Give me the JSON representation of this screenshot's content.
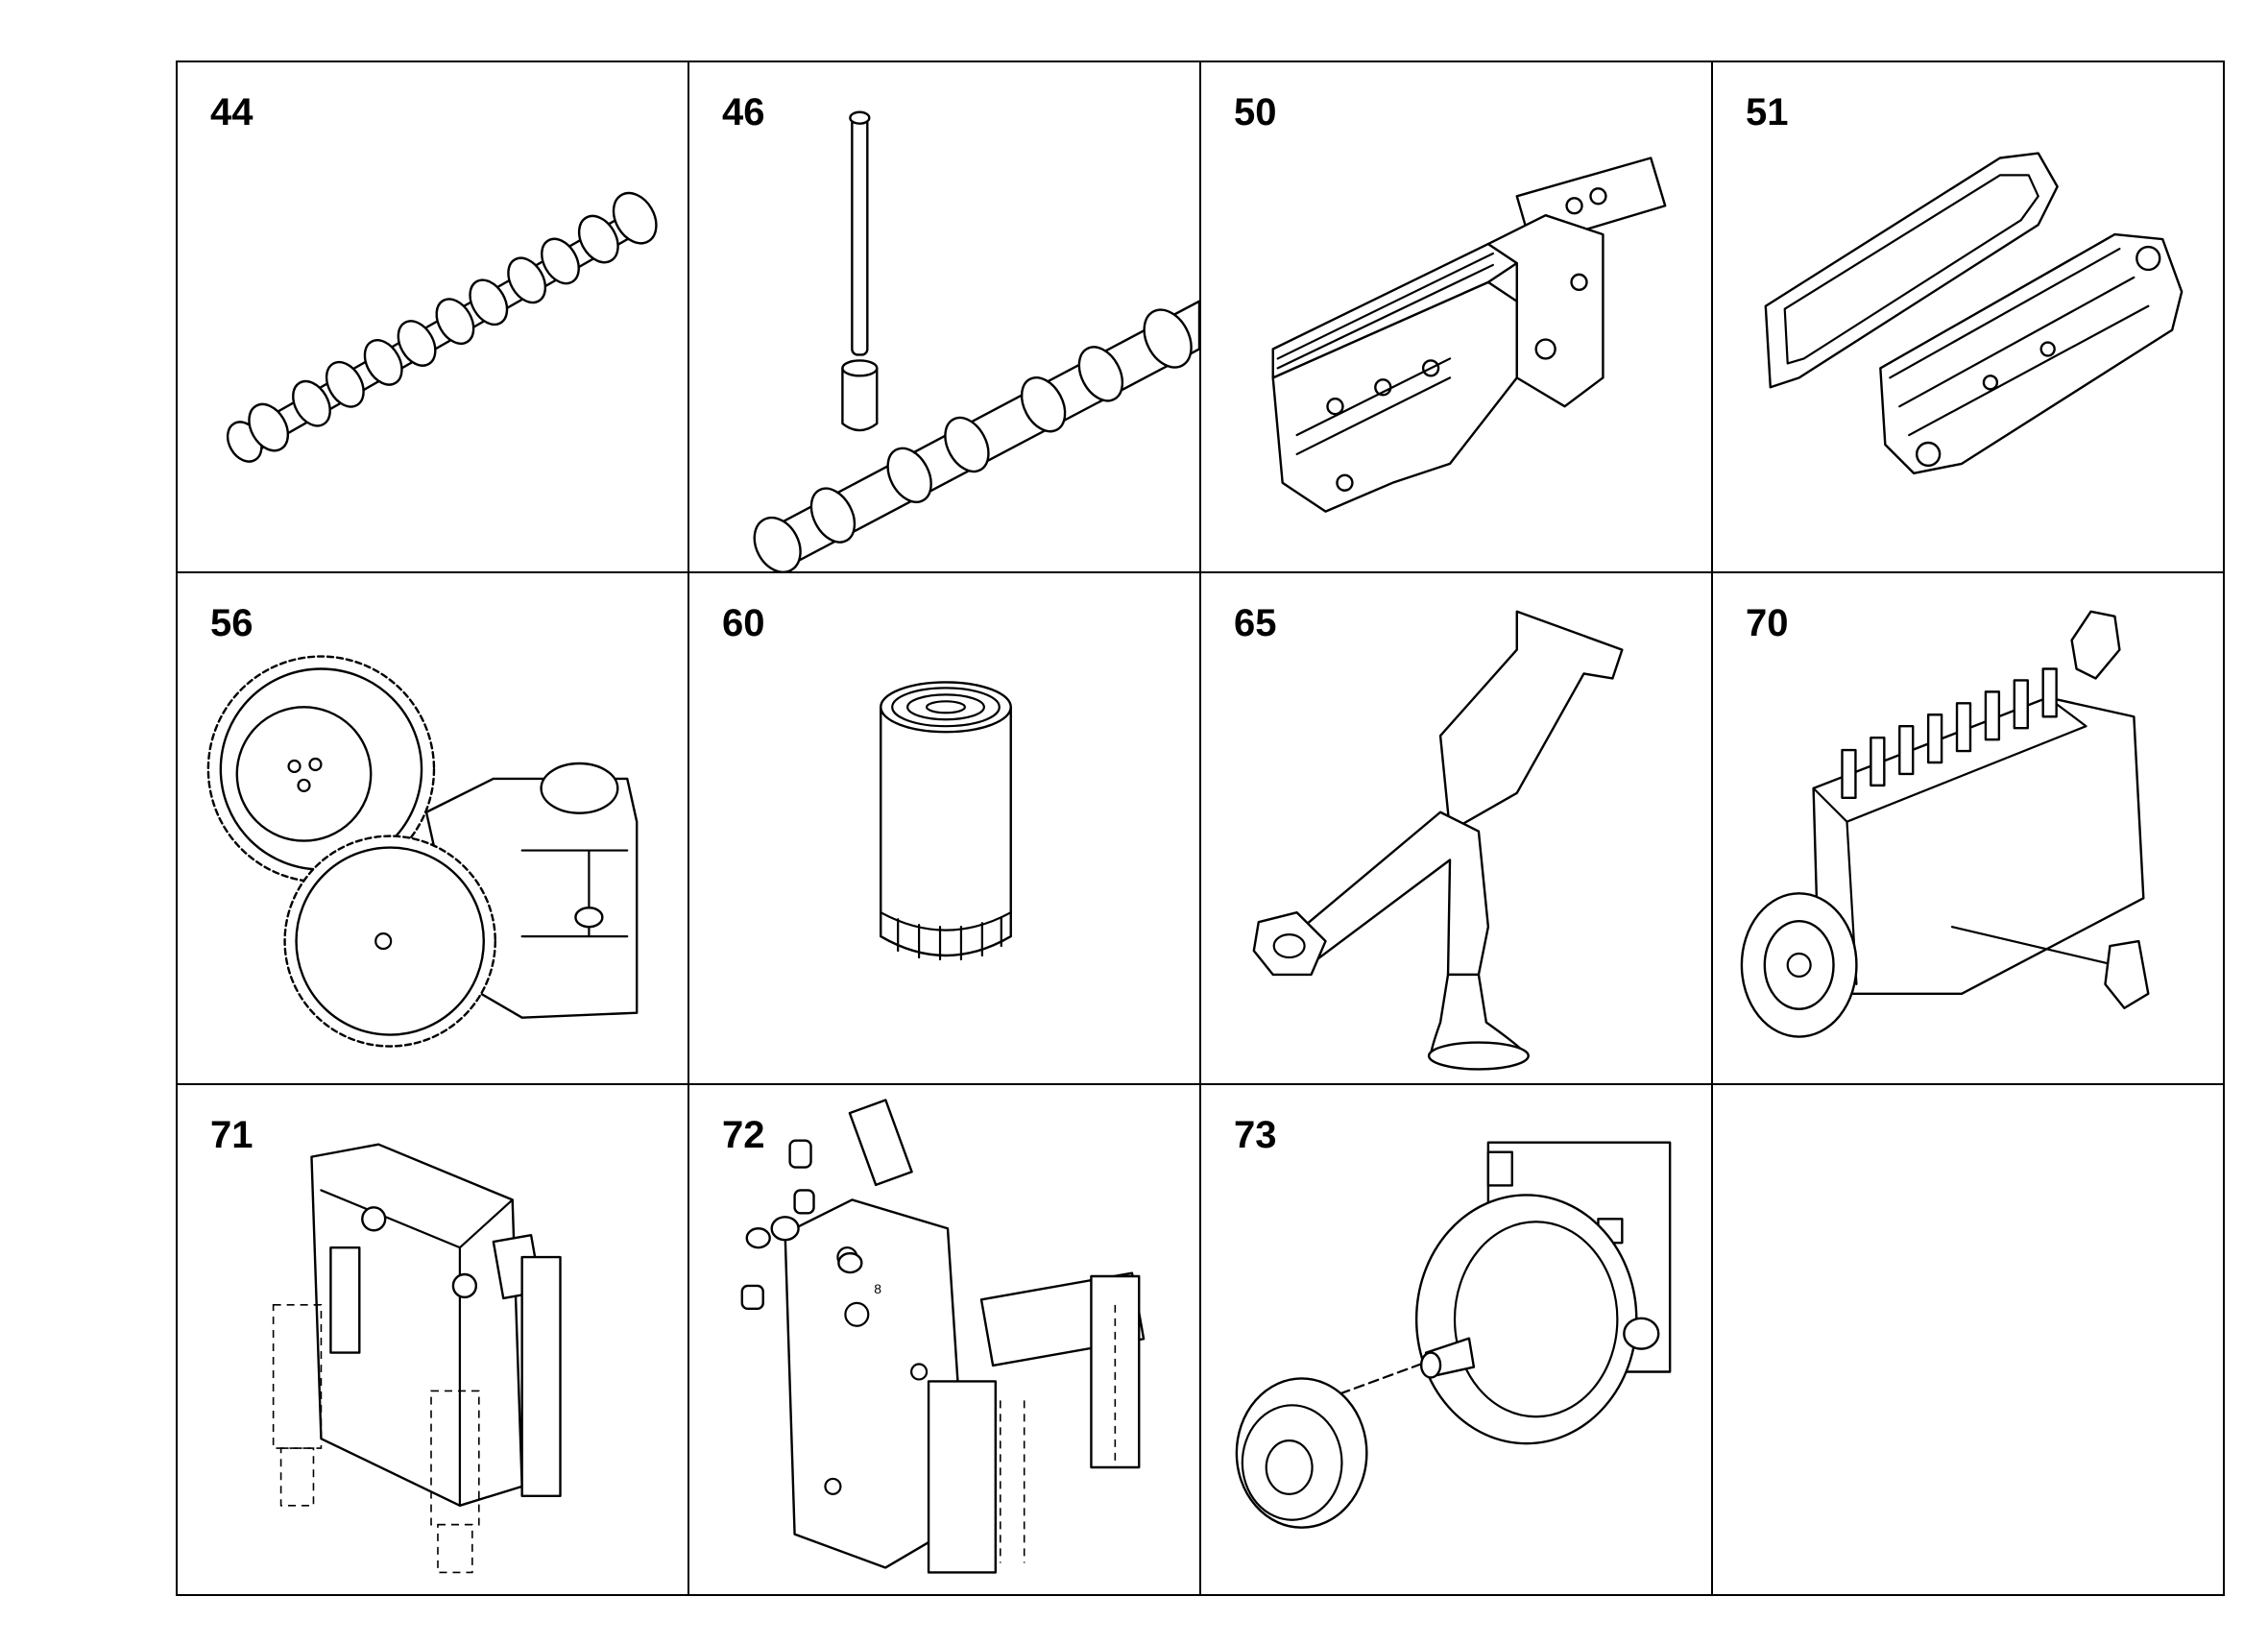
{
  "cells": [
    {
      "number": "44",
      "icon": "camshaft-icon"
    },
    {
      "number": "46",
      "icon": "camshaft-pushrod-tappet-icon"
    },
    {
      "number": "50",
      "icon": "oil-cooler-assembly-icon"
    },
    {
      "number": "51",
      "icon": "oil-cooler-gasket-icon"
    },
    {
      "number": "56",
      "icon": "oil-pump-gears-icon"
    },
    {
      "number": "60",
      "icon": "oil-filter-icon"
    },
    {
      "number": "65",
      "icon": "oil-suction-pipe-icon"
    },
    {
      "number": "70",
      "icon": "injection-pump-icon"
    },
    {
      "number": "71",
      "icon": "control-unit-icon"
    },
    {
      "number": "72",
      "icon": "control-unit-bracket-icon"
    },
    {
      "number": "73",
      "icon": "pump-drive-gear-icon"
    },
    {
      "number": "",
      "icon": ""
    }
  ],
  "callouts": {
    "bracket_part": "8"
  }
}
